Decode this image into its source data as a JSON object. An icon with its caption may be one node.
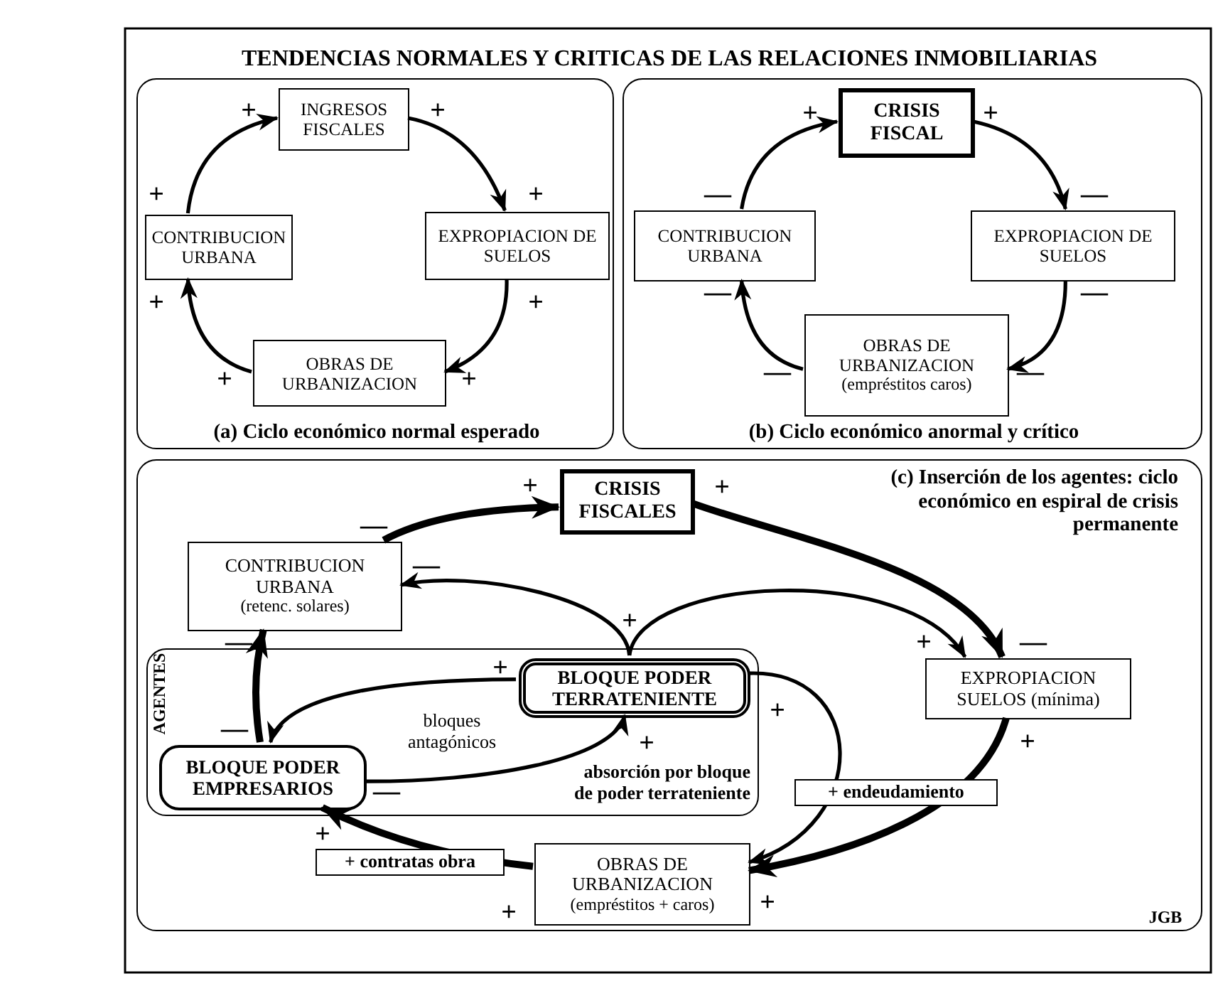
{
  "diagram": {
    "title": "TENDENCIAS NORMALES Y CRITICAS DE LAS RELACIONES INMOBILIARIAS",
    "nodes": [
      {
        "text": [
          "(a) Ciclo económico normal esperado"
        ]
      },
      {
        "text": [
          "INGRESOS FISCALES"
        ],
        "in": 0
      },
      {
        "text": [
          "EXPROPIACION DE SUELOS"
        ],
        "in": 0
      },
      {
        "text": [
          "OBRAS DE URBANIZACION"
        ],
        "in": 0
      },
      {
        "text": [
          "CONTRIBUCION URBANA"
        ],
        "in": 0
      },
      {
        "text": [
          "(b) Ciclo económico anormal y crítico"
        ]
      },
      {
        "text": [
          "CRISIS FISCAL"
        ],
        "in": 5
      },
      {
        "text": [
          "EXPROPIACION DE SUELOS"
        ],
        "in": 5
      },
      {
        "text": [
          "OBRAS DE URBANIZACION",
          "(empréstitos caros)"
        ],
        "in": 5
      },
      {
        "text": [
          "CONTRIBUCION URBANA"
        ],
        "in": 5
      },
      {
        "text": [
          "(c) Inserción de los agentes: ciclo económico en espiral de crisis permanente"
        ]
      },
      {
        "text": [
          "CRISIS FISCALES"
        ],
        "in": 10
      },
      {
        "text": [
          "CONTRIBUCION URBANA",
          "(retenc. solares)"
        ],
        "in": 10
      },
      {
        "text": [
          "EXPROPIACION SUELOS (mínima)"
        ],
        "in": 10
      },
      {
        "text": [
          "AGENTES"
        ],
        "in": 10
      },
      {
        "text": [
          "BLOQUE PODER TERRATENIENTE"
        ],
        "in": 14
      },
      {
        "text": [
          "BLOQUE PODER EMPRESARIOS"
        ],
        "in": 14
      },
      {
        "text": [
          "OBRAS DE URBANIZACION",
          "(empréstitos + caros)"
        ],
        "in": 10
      }
    ],
    "edges": [
      {
        "from": 1,
        "to": 2,
        "arrow": "to"
      },
      {
        "from": 2,
        "to": 3,
        "arrow": "to"
      },
      {
        "from": 3,
        "to": 4,
        "arrow": "to"
      },
      {
        "from": 4,
        "to": 1,
        "arrow": "to"
      },
      {
        "from": 6,
        "to": 7,
        "arrow": "to"
      },
      {
        "from": 7,
        "to": 8,
        "arrow": "to"
      },
      {
        "from": 8,
        "to": 9,
        "arrow": "to"
      },
      {
        "from": 9,
        "to": 6,
        "arrow": "to"
      },
      {
        "from": 12,
        "to": 11,
        "arrow": "to",
        "style": "thick"
      },
      {
        "from": 11,
        "to": 13,
        "arrow": "to",
        "style": "thick"
      },
      {
        "from": 15,
        "to": 12,
        "arrow": "to"
      },
      {
        "from": 15,
        "to": 13,
        "arrow": "to"
      },
      {
        "from": 15,
        "to": 16,
        "arrow": "to",
        "label": "bloques antagónicos"
      },
      {
        "from": 16,
        "to": 15,
        "arrow": "to",
        "label": "absorción por bloque de poder terrateniente"
      },
      {
        "from": 16,
        "to": 12,
        "arrow": "to",
        "style": "thick"
      },
      {
        "from": 17,
        "to": 16,
        "arrow": "to",
        "style": "thick",
        "label": "+ contratas obra"
      },
      {
        "from": 13,
        "to": 17,
        "arrow": "to",
        "style": "thick",
        "label": "+ endeudamiento"
      },
      {
        "from": 15,
        "to": 17,
        "arrow": "to"
      }
    ],
    "labels": [
      "+",
      "+",
      "+",
      "+",
      "+",
      "+",
      "+",
      "+",
      "+",
      "+",
      "—",
      "—",
      "—",
      "—",
      "—",
      "—",
      "+",
      "+",
      "—",
      "—",
      "+",
      "+",
      "—",
      "+",
      "—",
      "—",
      "+",
      "+",
      "—",
      "+",
      "+",
      "+",
      "+",
      "JGB"
    ]
  }
}
